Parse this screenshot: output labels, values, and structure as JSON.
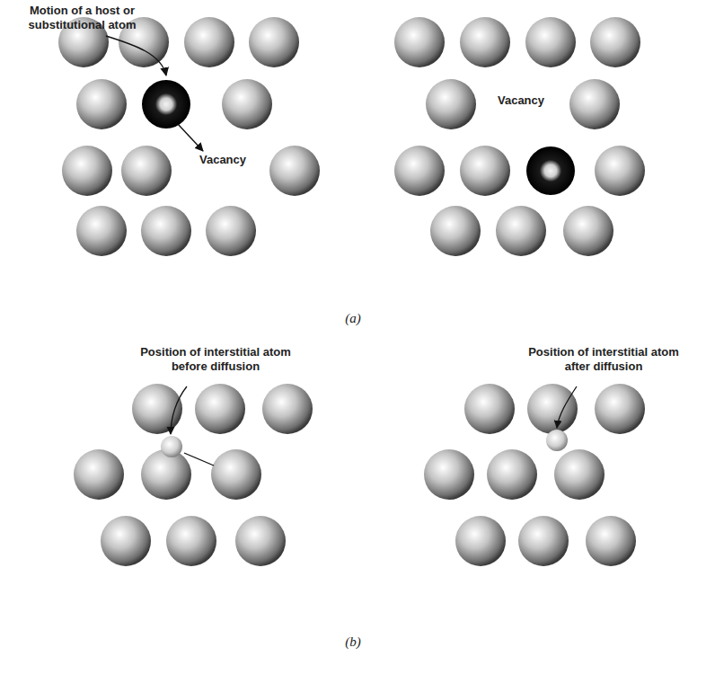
{
  "diagram": {
    "labels": [
      "Motion of a host or substitutional atom",
      "Vacancy",
      "Vacancy",
      "(a)",
      "Position of interstitial atom before diffusion",
      "Position of interstitial atom after diffusion",
      "(b)"
    ]
  }
}
